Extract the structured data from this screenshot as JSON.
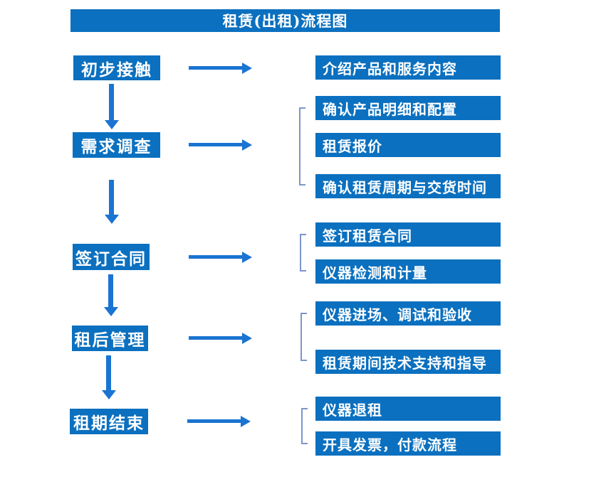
{
  "flow": {
    "title": "租赁(出租)流程图",
    "stages": [
      {
        "step": "初步接触",
        "details": [
          "介绍产品和服务内容"
        ]
      },
      {
        "step": "需求调查",
        "details": [
          "确认产品明细和配置",
          "租赁报价",
          "确认租赁周期与交货时间"
        ]
      },
      {
        "step": "签订合同",
        "details": [
          "签订租赁合同",
          "仪器检测和计量"
        ]
      },
      {
        "step": "租后管理",
        "details": [
          "仪器进场、调试和验收",
          "租赁期间技术支持和指导"
        ]
      },
      {
        "step": "租期结束",
        "details": [
          "仪器退租",
          "开具发票，付款流程"
        ]
      }
    ]
  },
  "colors": {
    "box_blue": "#0b70bf",
    "arrow_blue": "#1a74d2",
    "bracket_blue": "#7c95cd",
    "text_white": "#ffffff"
  }
}
